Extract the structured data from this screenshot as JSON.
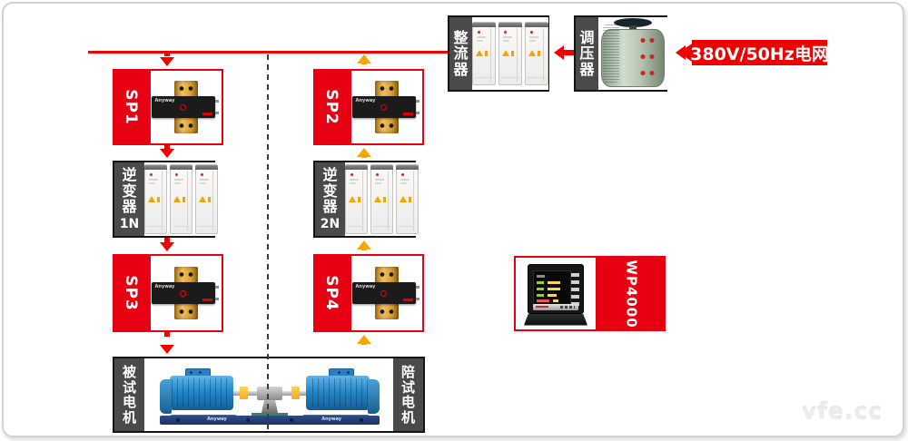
{
  "diagram": {
    "grid": {
      "label": "380V/50Hz电网"
    },
    "regulator": {
      "label": "调压器"
    },
    "rectifier": {
      "label": "整流器"
    },
    "inverter_1n": {
      "label": "逆变器",
      "sub": "1N"
    },
    "inverter_2n": {
      "label": "逆变器",
      "sub": "2N"
    },
    "sensors": {
      "sp1": {
        "label": "SP1"
      },
      "sp2": {
        "label": "SP2"
      },
      "sp3": {
        "label": "SP3"
      },
      "sp4": {
        "label": "SP4"
      },
      "brand": "Anyway"
    },
    "motors": {
      "tested": {
        "label": "被试电机"
      },
      "accompanying": {
        "label": "陪试电机"
      },
      "base_brand": "Anyway"
    },
    "analyzer": {
      "label": "WP4000"
    }
  },
  "watermark": "vfe.cc",
  "colors": {
    "red": "#e60012",
    "arrow_red": "#f40000",
    "amber": "#f6a800",
    "label_gray": "#4a4a4a",
    "motor_blue": "#2186c8"
  }
}
